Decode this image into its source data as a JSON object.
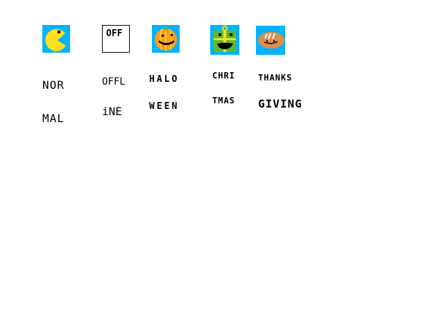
{
  "colors": {
    "sky_blue": "#00b3ff",
    "pacman_yellow": "#ffe01a",
    "pumpkin_orange": "#ff9a1a",
    "pumpkin_stripe": "#ffe01a",
    "gift_green": "#5cb82e",
    "ribbon_yellow": "#ffe01a",
    "bread_brown": "#d9904a",
    "black": "#000000",
    "white": "#ffffff"
  },
  "icons": [
    {
      "id": "normal",
      "icon": "pacman-icon",
      "tile_text": "",
      "label_lines": [
        "NOR",
        "MAL"
      ]
    },
    {
      "id": "offline",
      "icon": "off-box-icon",
      "tile_text": "OFF",
      "label_lines": [
        "OFFL",
        "iNE"
      ]
    },
    {
      "id": "halloween",
      "icon": "pumpkin-icon",
      "tile_text": "",
      "label_lines": [
        "HALO",
        "WEEN"
      ]
    },
    {
      "id": "christmas",
      "icon": "gift-icon",
      "tile_text": "",
      "label_lines": [
        "CHRI",
        "TMAS"
      ]
    },
    {
      "id": "thanksgiving",
      "icon": "bread-icon",
      "tile_text": "",
      "label_lines": [
        "THANKS",
        "GIVING"
      ]
    }
  ]
}
